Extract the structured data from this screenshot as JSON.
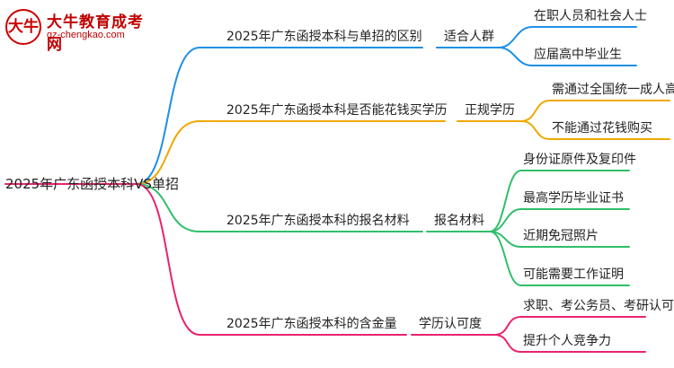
{
  "brand": {
    "name": "大牛教育成考网",
    "url": "gz-chengkao.com",
    "mark": "大牛"
  },
  "colors": {
    "blue": "#1e90e6",
    "orange": "#f0a800",
    "green": "#2fbf6a",
    "pink": "#e8236f",
    "root_line": "#e8236f"
  },
  "mindmap": {
    "root": "2025年广东函授本科VS单招",
    "branches": [
      {
        "title": "2025年广东函授本科与单招的区别",
        "label": "适合人群",
        "color": "blue",
        "leaves": [
          "在职人员和社会人士",
          "应届高中毕业生"
        ]
      },
      {
        "title": "2025年广东函授本科是否能花钱买学历",
        "label": "正规学历",
        "color": "orange",
        "leaves": [
          "需通过全国统一成人高考",
          "不能通过花钱购买"
        ]
      },
      {
        "title": "2025年广东函授本科的报名材料",
        "label": "报名材料",
        "color": "green",
        "leaves": [
          "身份证原件及复印件",
          "最高学历毕业证书",
          "近期免冠照片",
          "可能需要工作证明"
        ]
      },
      {
        "title": "2025年广东函授本科的含金量",
        "label": "学历认可度",
        "color": "pink",
        "leaves": [
          "求职、考公务员、考研认可",
          "提升个人竞争力"
        ]
      }
    ]
  }
}
